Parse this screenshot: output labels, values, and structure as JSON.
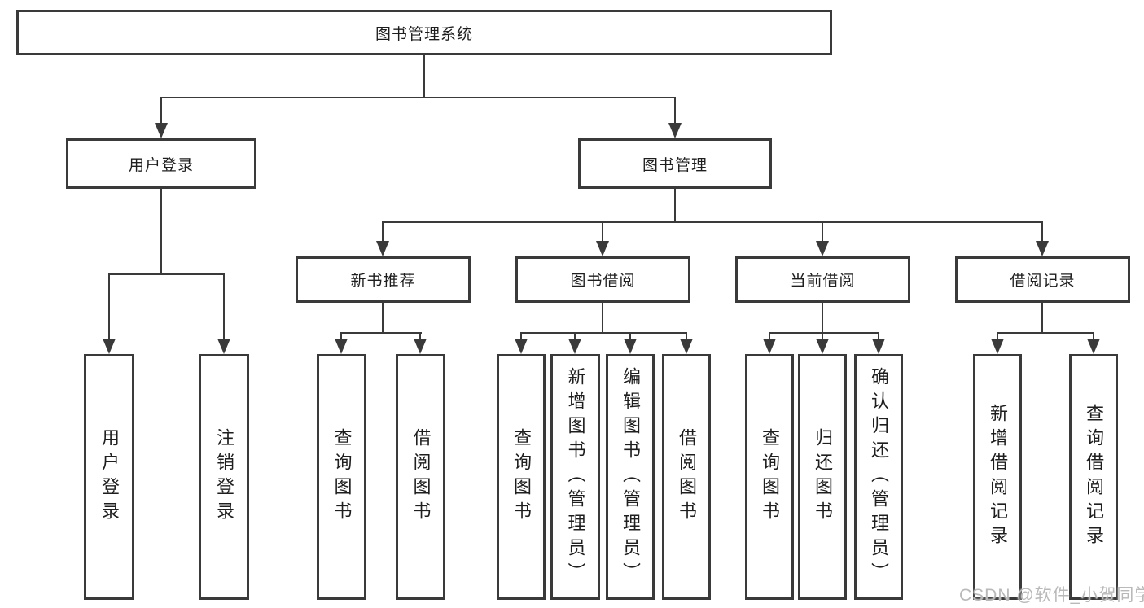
{
  "colors": {
    "line": "#3a3a3a",
    "text": "#1e1e1e",
    "watermark": "#b9b9b9",
    "background": "#ffffff"
  },
  "watermark": {
    "text": "CSDN @软件_小贺同学"
  },
  "tree": {
    "root": {
      "label": "图书管理系统",
      "children": [
        {
          "label": "用户登录",
          "children": [
            {
              "label": "用户登录"
            },
            {
              "label": "注销登录"
            }
          ]
        },
        {
          "label": "图书管理",
          "children": [
            {
              "label": "新书推荐",
              "children": [
                {
                  "label": "查询图书"
                },
                {
                  "label": "借阅图书"
                }
              ]
            },
            {
              "label": "图书借阅",
              "children": [
                {
                  "label": "查询图书"
                },
                {
                  "label": "新增图书（管理员）"
                },
                {
                  "label": "编辑图书（管理员）"
                },
                {
                  "label": "借阅图书"
                }
              ]
            },
            {
              "label": "当前借阅",
              "children": [
                {
                  "label": "查询图书"
                },
                {
                  "label": "归还图书"
                },
                {
                  "label": "确认归还（管理员）"
                }
              ]
            },
            {
              "label": "借阅记录",
              "children": [
                {
                  "label": "新增借阅记录"
                },
                {
                  "label": "查询借阅记录"
                }
              ]
            }
          ]
        }
      ]
    }
  }
}
